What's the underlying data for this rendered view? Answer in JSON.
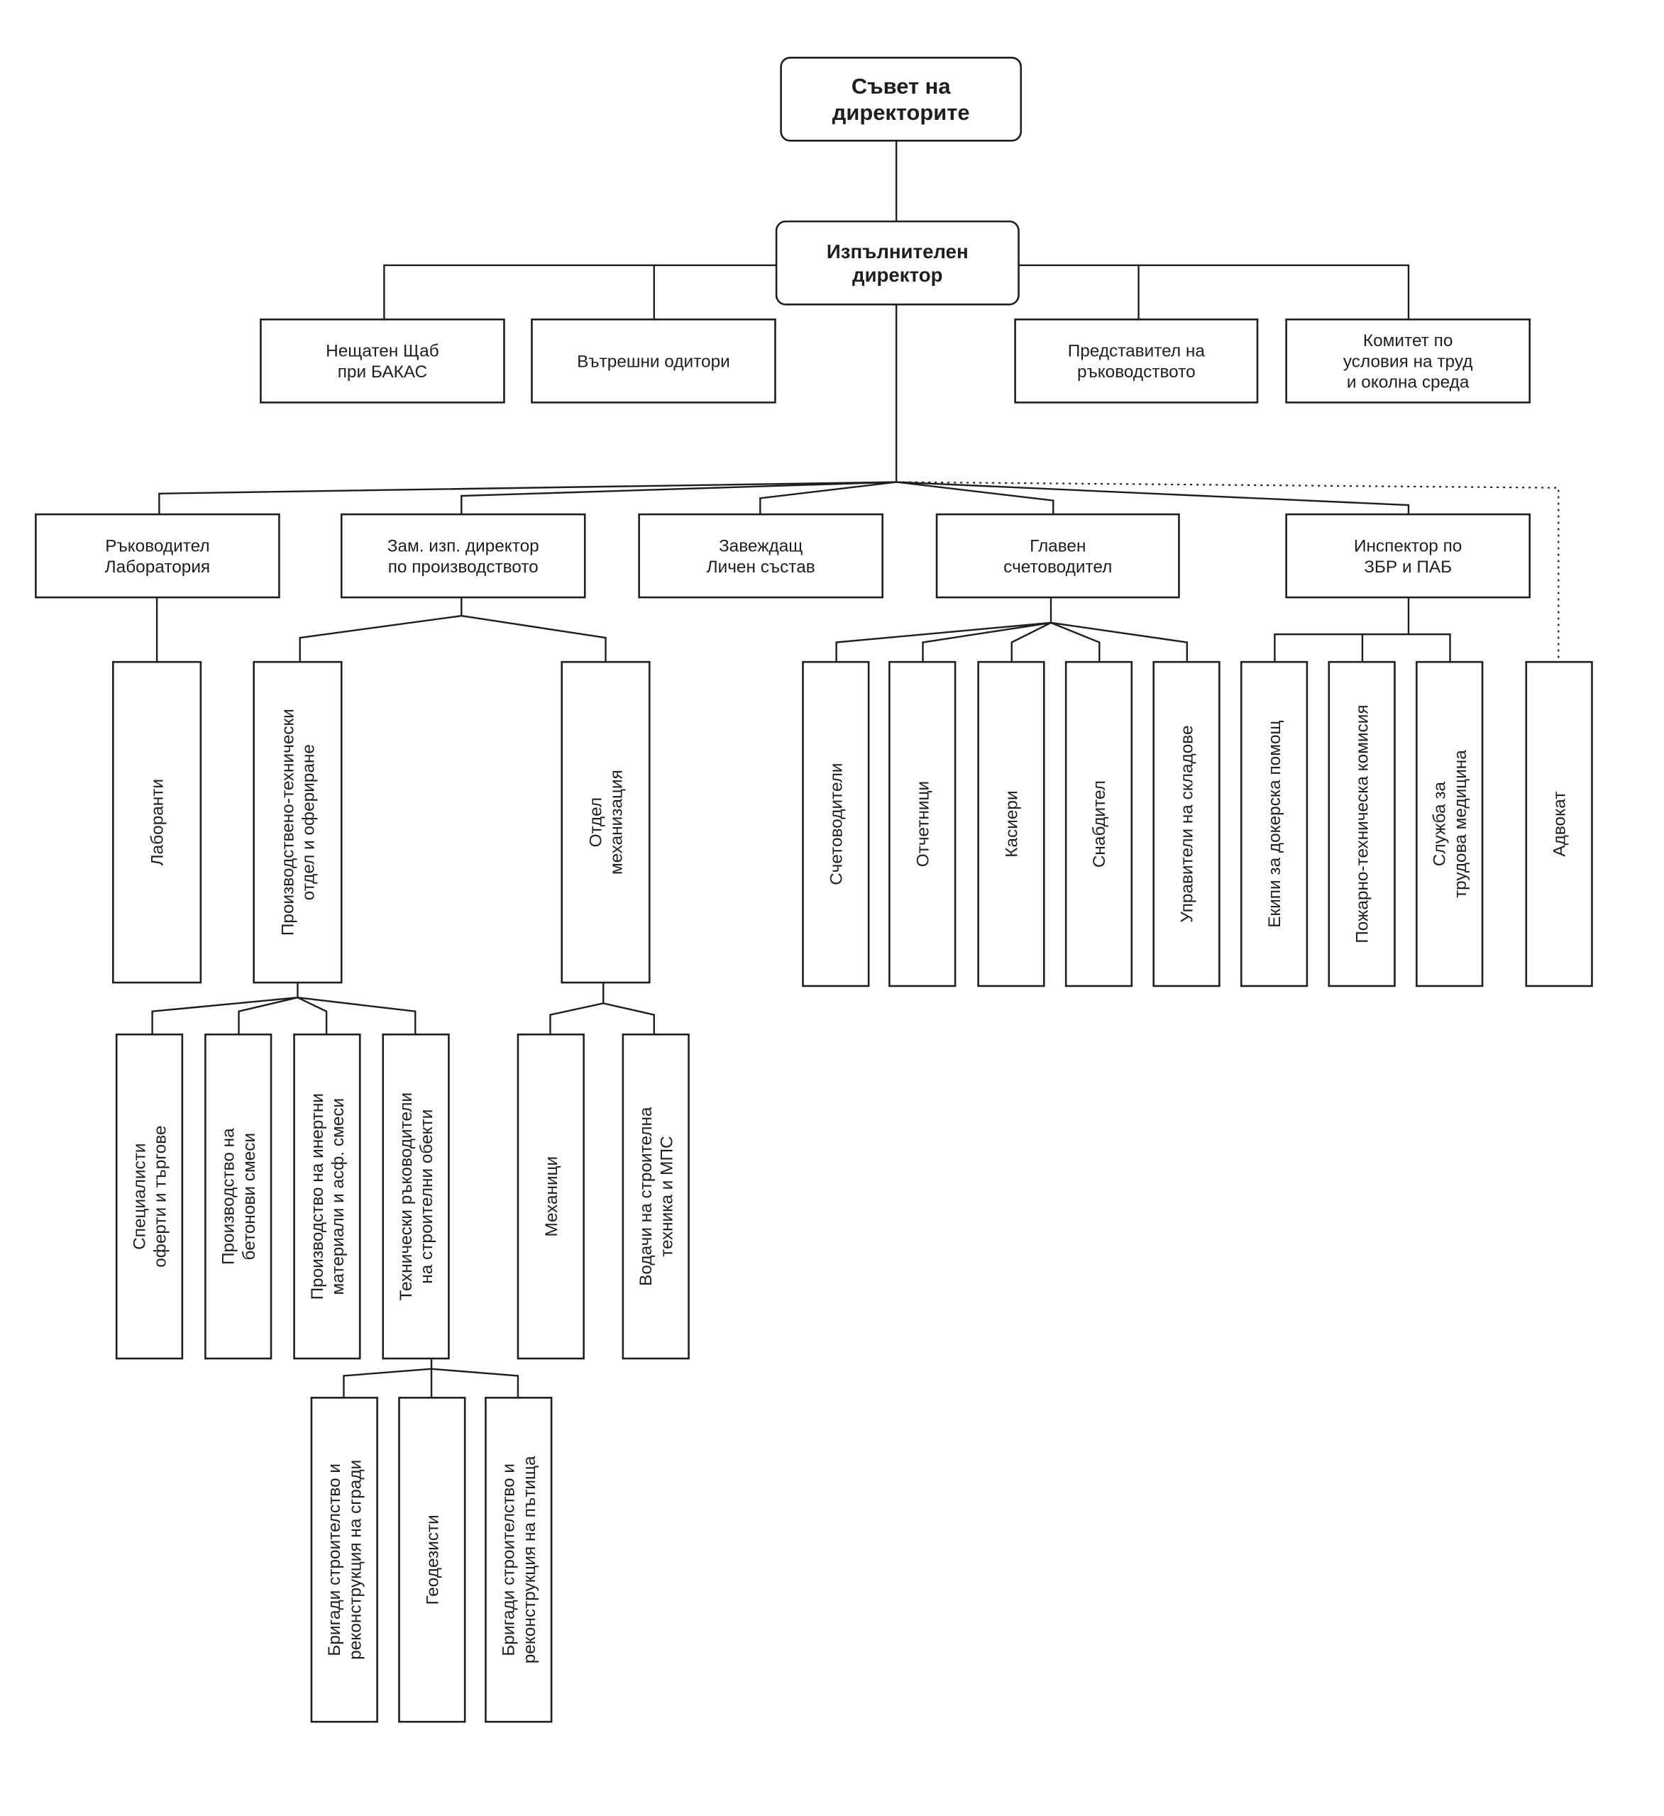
{
  "nodes": {
    "board": "Съвет на\nдиректорите",
    "exec_director": "Изпълнителен\nдиректор",
    "staff": "Нещатен Щаб\nпри БАКАС",
    "auditors": "Вътрешни одитори",
    "mgmt_rep": "Представител на\nръководството",
    "committee": "Комитет по\nусловия на труд\nи околна среда",
    "lab_head": "Ръководител\nЛаборатория",
    "deputy": "Зам. изп. директор\nпо производството",
    "personnel": "Завеждащ\nЛичен състав",
    "chief_accountant": "Главен\nсчетоводител",
    "inspector": "Инспектор по\nЗБР и ПАБ",
    "lab_staff": "Лаборанти",
    "prod_tech": "Производствено-технически\nотдел и офериране",
    "mechanization": "Отдел\nмеханизация",
    "accountants": "Счетоводители",
    "reporters": "Отчетници",
    "cashiers": "Касиери",
    "supplier": "Снабдител",
    "warehouse": "Управители на складове",
    "dock_help": "Екипи за докерска помощ",
    "fire_commission": "Пожарно-техническа комисия",
    "medicine": "Служба за\nтрудова медицина",
    "lawyer": "Адвокат",
    "offers": "Специалисти\nоферти и търгове",
    "concrete": "Производство на\nбетонови смеси",
    "inert": "Производство на инертни\nматериали и асф. смеси",
    "tech_managers": "Технически ръководители\nна строителни обекти",
    "mechanics": "Механици",
    "drivers": "Водачи на строителна\nтехника и МПС",
    "brigades_buildings": "Бригади строителство и\nреконструкция на сгради",
    "surveyors": "Геодезисти",
    "brigades_roads": "Бригади строителство и\nреконструкция на пътища"
  }
}
